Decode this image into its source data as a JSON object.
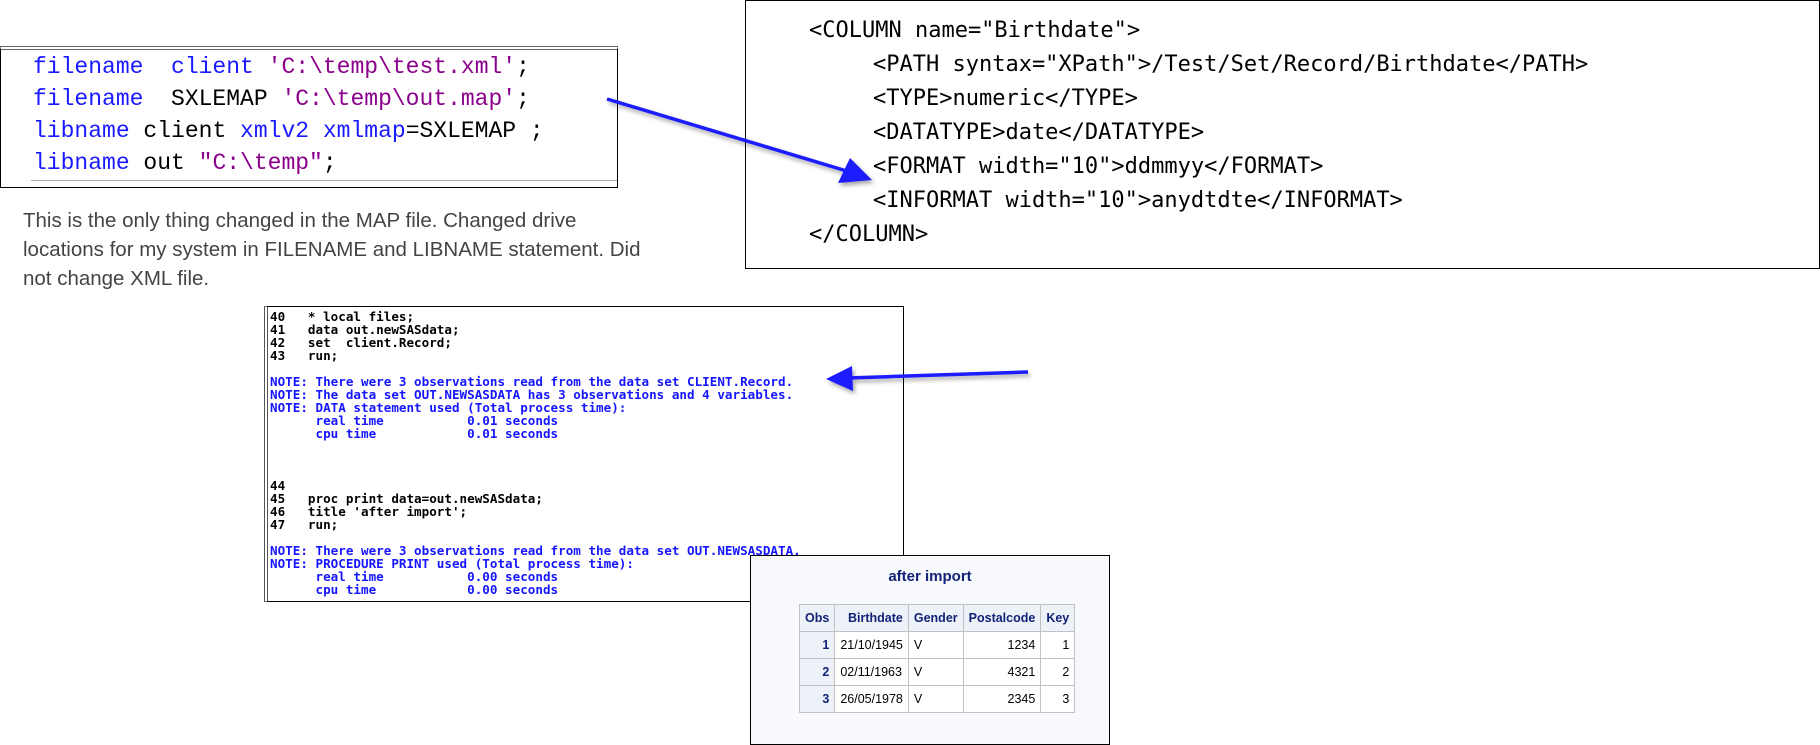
{
  "code_snippet": {
    "lines": [
      [
        {
          "t": "filename",
          "c": "kw"
        },
        {
          "t": "  client ",
          "c": "kw"
        },
        {
          "t": "'C:\\temp\\test.xml'",
          "c": "str"
        },
        {
          "t": ";",
          "c": "plain"
        }
      ],
      [
        {
          "t": "filename",
          "c": "kw"
        },
        {
          "t": "  SXLEMAP ",
          "c": "plain"
        },
        {
          "t": "'C:\\temp\\out.map'",
          "c": "str"
        },
        {
          "t": ";",
          "c": "plain"
        }
      ],
      [
        {
          "t": "libname",
          "c": "kw"
        },
        {
          "t": " client ",
          "c": "plain"
        },
        {
          "t": "xmlv2 xmlmap",
          "c": "kw"
        },
        {
          "t": "=SXLEMAP ;",
          "c": "plain"
        }
      ],
      [
        {
          "t": "libname",
          "c": "kw"
        },
        {
          "t": " out ",
          "c": "plain"
        },
        {
          "t": "\"C:\\temp\"",
          "c": "str"
        },
        {
          "t": ";",
          "c": "plain"
        }
      ]
    ]
  },
  "note_text": "This is the only thing changed in the MAP file. Changed drive locations for my system in FILENAME and LIBNAME statement. Did not change XML file.",
  "xml_map": {
    "lines": [
      {
        "indent": 0,
        "text": "<COLUMN name=\"Birthdate\">"
      },
      {
        "indent": 1,
        "text": "<PATH syntax=\"XPath\">/Test/Set/Record/Birthdate</PATH>"
      },
      {
        "indent": 1,
        "text": "<TYPE>numeric</TYPE>"
      },
      {
        "indent": 1,
        "text": "<DATATYPE>date</DATATYPE>"
      },
      {
        "indent": 1,
        "text": "<FORMAT width=\"10\">ddmmyy</FORMAT>"
      },
      {
        "indent": 1,
        "text": "<INFORMAT width=\"10\">anydtdte</INFORMAT>"
      },
      {
        "indent": 0,
        "text": "</COLUMN>"
      }
    ]
  },
  "sas_log": {
    "lines": [
      {
        "kind": "src",
        "text": "40   * local files;"
      },
      {
        "kind": "src",
        "text": "41   data out.newSASdata;"
      },
      {
        "kind": "src",
        "text": "42   set  client.Record;"
      },
      {
        "kind": "src",
        "text": "43   run;"
      },
      {
        "kind": "blank",
        "text": ""
      },
      {
        "kind": "note",
        "text": "NOTE: There were 3 observations read from the data set CLIENT.Record."
      },
      {
        "kind": "note",
        "text": "NOTE: The data set OUT.NEWSASDATA has 3 observations and 4 variables."
      },
      {
        "kind": "note",
        "text": "NOTE: DATA statement used (Total process time):"
      },
      {
        "kind": "note",
        "text": "      real time           0.01 seconds"
      },
      {
        "kind": "note",
        "text": "      cpu time            0.01 seconds"
      },
      {
        "kind": "blank",
        "text": ""
      },
      {
        "kind": "blank",
        "text": ""
      },
      {
        "kind": "blank",
        "text": ""
      },
      {
        "kind": "src",
        "text": "44"
      },
      {
        "kind": "src",
        "text": "45   proc print data=out.newSASdata;"
      },
      {
        "kind": "src",
        "text": "46   title 'after import';"
      },
      {
        "kind": "src",
        "text": "47   run;"
      },
      {
        "kind": "blank",
        "text": ""
      },
      {
        "kind": "note",
        "text": "NOTE: There were 3 observations read from the data set OUT.NEWSASDATA."
      },
      {
        "kind": "note",
        "text": "NOTE: PROCEDURE PRINT used (Total process time):"
      },
      {
        "kind": "note",
        "text": "      real time           0.00 seconds"
      },
      {
        "kind": "note",
        "text": "      cpu time            0.00 seconds"
      }
    ]
  },
  "result": {
    "title": "after import",
    "headers": [
      "Obs",
      "Birthdate",
      "Gender",
      "Postalcode",
      "Key"
    ],
    "rows": [
      [
        "1",
        "21/10/1945",
        "V",
        "1234",
        "1"
      ],
      [
        "2",
        "02/11/1963",
        "V",
        "4321",
        "2"
      ],
      [
        "3",
        "26/05/1978",
        "V",
        "2345",
        "3"
      ]
    ]
  },
  "colors": {
    "arrow": "#1a1aff",
    "keyword": "#1a1aff",
    "string": "#8b008b",
    "note": "#1515ff"
  }
}
